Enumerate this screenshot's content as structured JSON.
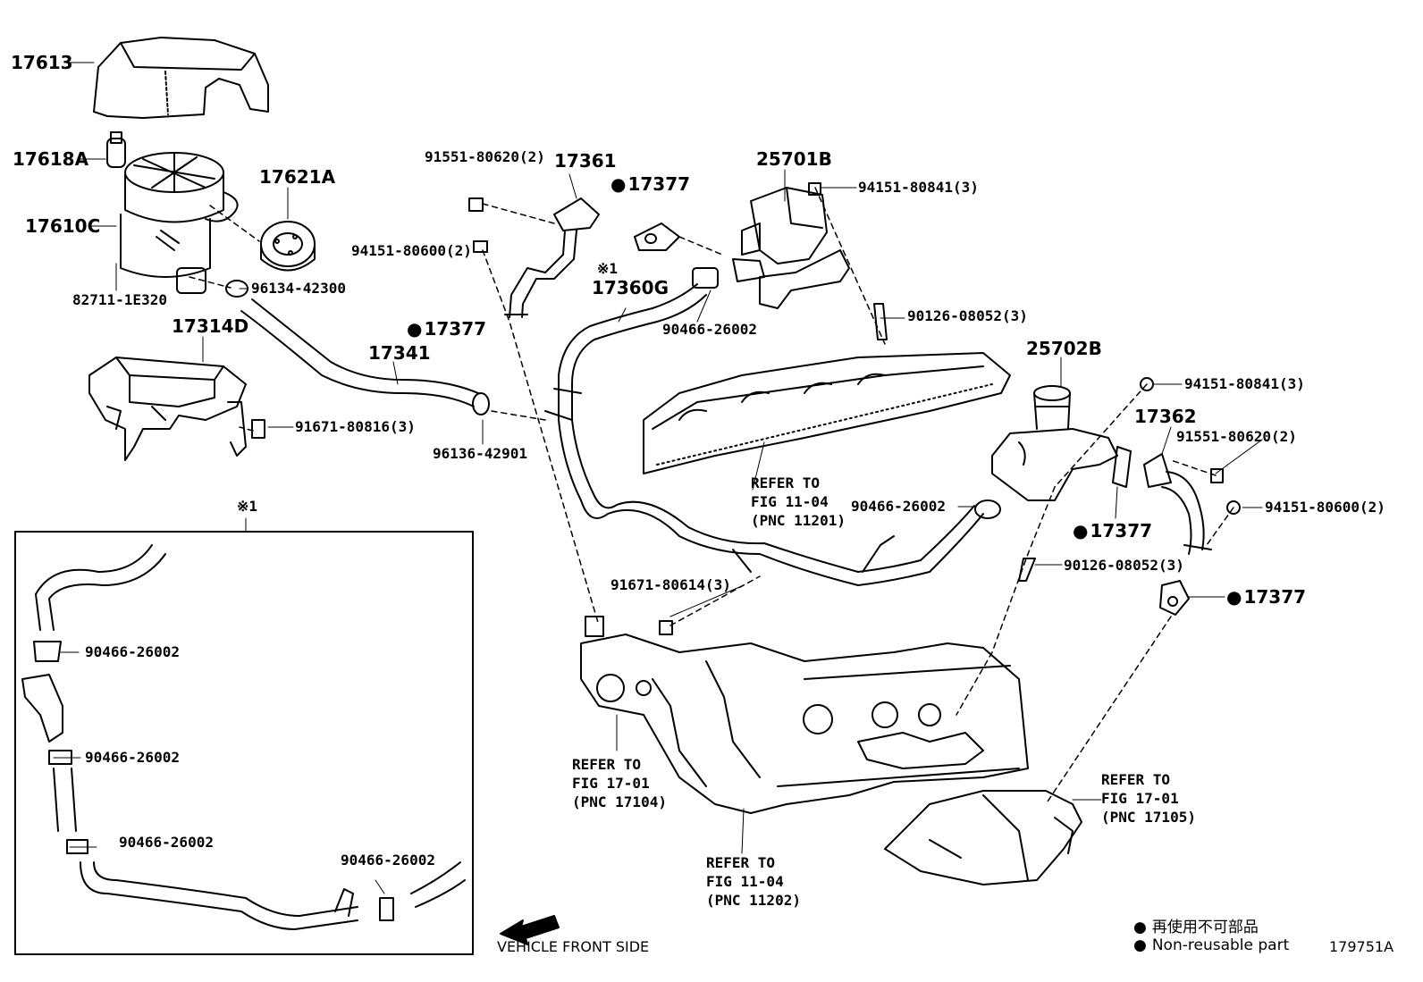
{
  "diagram": {
    "figure_code": "179751A",
    "callouts": {
      "c17613": "17613",
      "c17618A": "17618A",
      "c17610C": "17610C",
      "c17621A": "17621A",
      "c82711": "82711-1E320",
      "c96134": "96134-42300",
      "c17314D": "17314D",
      "c17341": "17341",
      "c91671_816": "91671-80816(3)",
      "c96136": "96136-42901",
      "c91551_a": "91551-80620(2)",
      "c17361": "17361",
      "c17377_a": "17377",
      "c94151_600a": "94151-80600(2)",
      "c17377_b": "17377",
      "c_note1": "※1",
      "c17360G": "17360G",
      "c90466_top": "90466-26002",
      "c25701B": "25701B",
      "c94151_841a": "94151-80841(3)",
      "c90126_a": "90126-08052(3)",
      "c25702B": "25702B",
      "c94151_841b": "94151-80841(3)",
      "c17362": "17362",
      "c91551_b": "91551-80620(2)",
      "c90466_mid": "90466-26002",
      "c17377_c": "17377",
      "c94151_600b": "94151-80600(2)",
      "c90126_b": "90126-08052(3)",
      "c17377_d": "17377",
      "c91671_614": "91671-80614(3)",
      "box_note": "※1",
      "box_90466_1": "90466-26002",
      "box_90466_2": "90466-26002",
      "box_90466_3": "90466-26002",
      "box_90466_4": "90466-26002"
    },
    "refs": {
      "ref_11201": "REFER TO\nFIG 11-04\n(PNC 11201)",
      "ref_17104": "REFER TO\nFIG 17-01\n(PNC 17104)",
      "ref_11202": "REFER TO\nFIG 11-04\n(PNC 11202)",
      "ref_17105": "REFER TO\nFIG 17-01\n(PNC 17105)"
    },
    "direction_label": "VEHICLE FRONT SIDE",
    "legend": {
      "line1": "再使用不可部品",
      "line2": "Non-reusable part"
    }
  }
}
